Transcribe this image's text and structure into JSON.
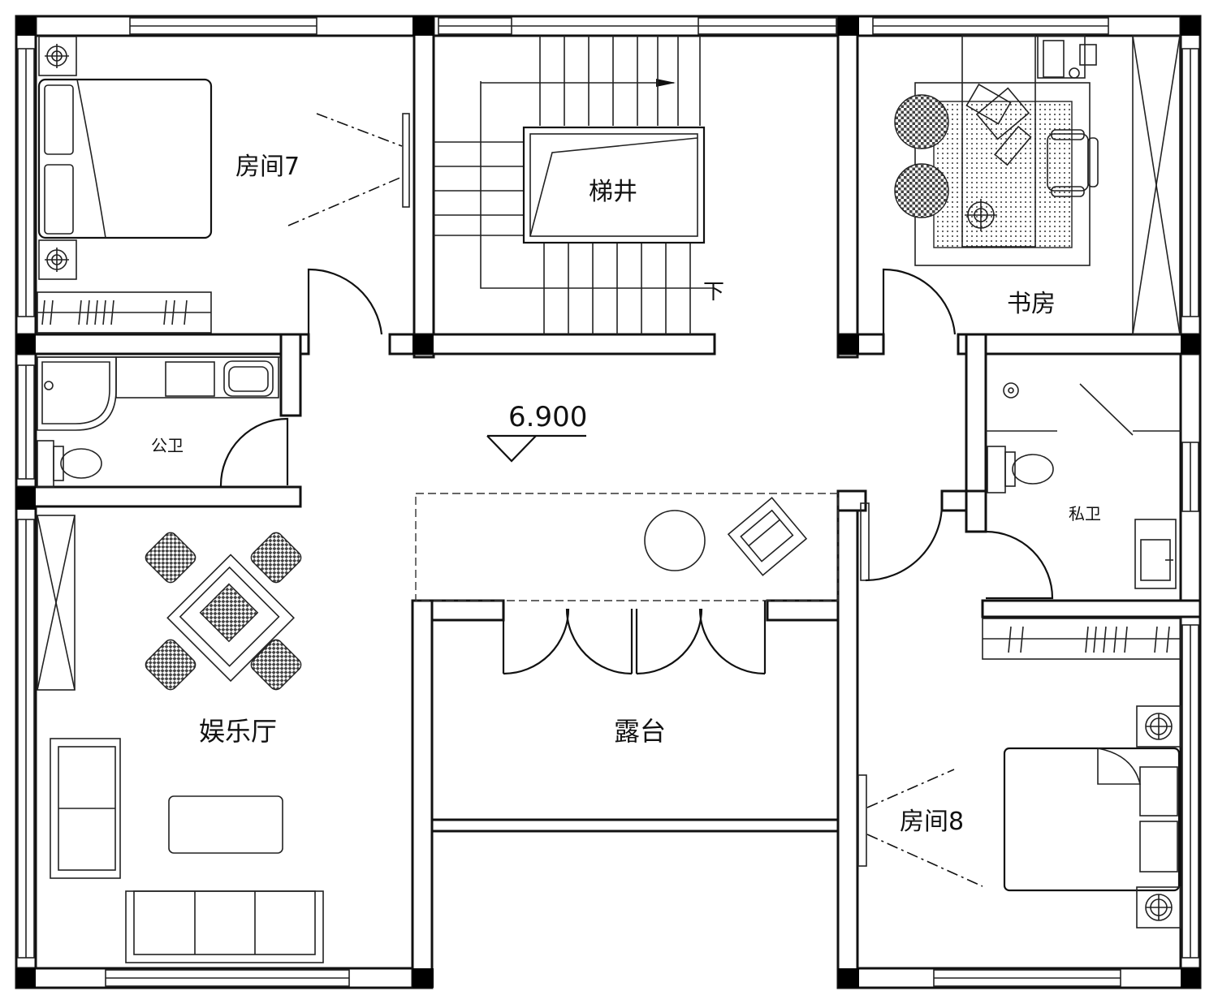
{
  "plan": {
    "elevation": "6.900",
    "rooms": {
      "room7": "房间7",
      "stair_well": "梯井",
      "stair_down": "下",
      "study": "书房",
      "public_bath": "公卫",
      "private_bath": "私卫",
      "entertainment_hall": "娱乐厅",
      "terrace": "露台",
      "room8": "房间8"
    }
  }
}
